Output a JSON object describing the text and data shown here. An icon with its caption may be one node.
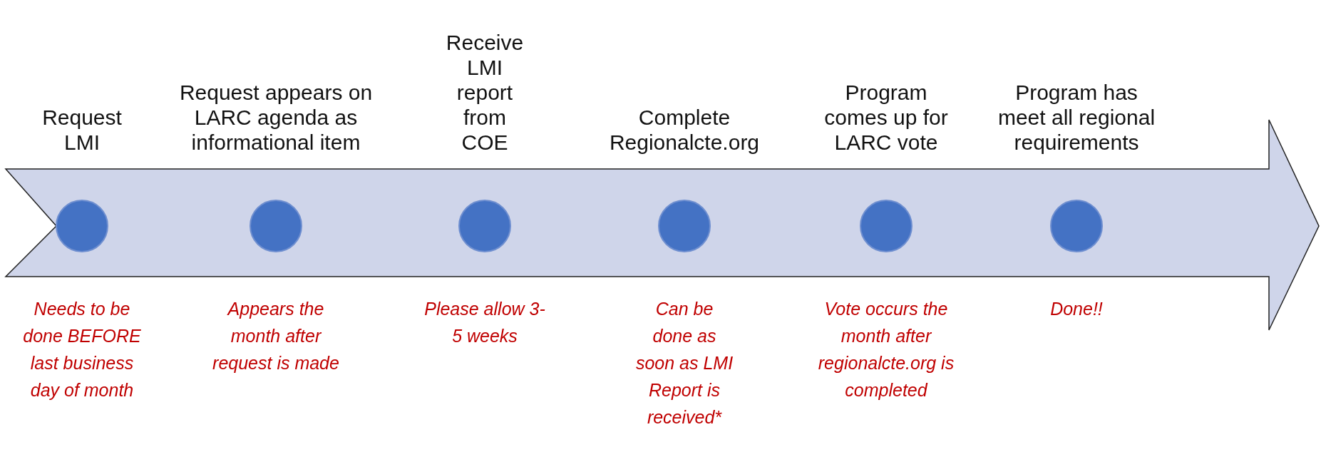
{
  "diagram": {
    "nodes": [
      {
        "text": [],
        "shape": "arrow"
      },
      {
        "text": [
          "Request LMI"
        ],
        "in": 0,
        "beside": [
          "Needs to be done BEFORE last business day of month"
        ]
      },
      {
        "text": [
          "Request appears on LARC agenda as informational item"
        ],
        "in": 0,
        "beside": [
          "Appears the month after request is made"
        ]
      },
      {
        "text": [
          "Receive LMI report from COE"
        ],
        "in": 0,
        "beside": [
          "Please allow 3-5 weeks"
        ]
      },
      {
        "text": [
          "Complete Regionalcte.org"
        ],
        "in": 0,
        "beside": [
          "Can be done as soon as LMI Report is received*"
        ]
      },
      {
        "text": [
          "Program comes up for LARC vote"
        ],
        "in": 0,
        "beside": [
          "Vote occurs the month after regionalcte.org is completed"
        ]
      },
      {
        "text": [
          "Program has meet all regional requirements"
        ],
        "in": 0,
        "beside": [
          "Done!!"
        ]
      }
    ]
  }
}
